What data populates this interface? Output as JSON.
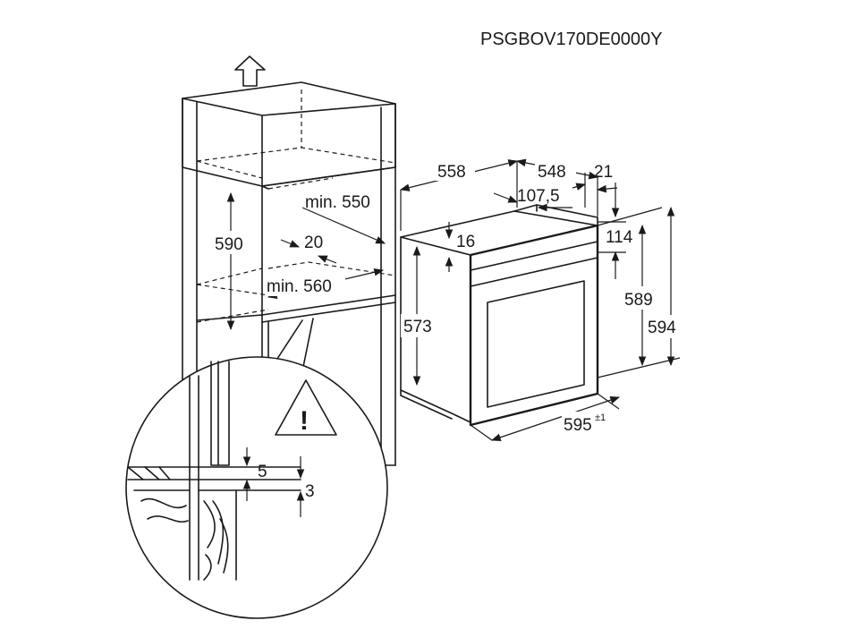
{
  "model_code": "PSGBOV170DE0000Y",
  "cabinet": {
    "height_590": "590",
    "depth_min_550": "min. 550",
    "gap_20": "20",
    "width_min_560": "min. 560"
  },
  "oven": {
    "depth_558": "558",
    "depth_548": "548",
    "panel_21": "21",
    "offset_107_5": "107,5",
    "top_16": "16",
    "front_114": "114",
    "body_573": "573",
    "front_589": "589",
    "total_594": "594",
    "width_595": "595",
    "width_tolerance": "±1"
  },
  "detail": {
    "gap_5": "5",
    "gap_3": "3",
    "warning_mark": "!"
  },
  "icons": {
    "up_arrow": "arrow-up-outline-icon",
    "warning": "warning-triangle-icon"
  },
  "colors": {
    "line": "#1a1a1a",
    "background": "#ffffff"
  }
}
